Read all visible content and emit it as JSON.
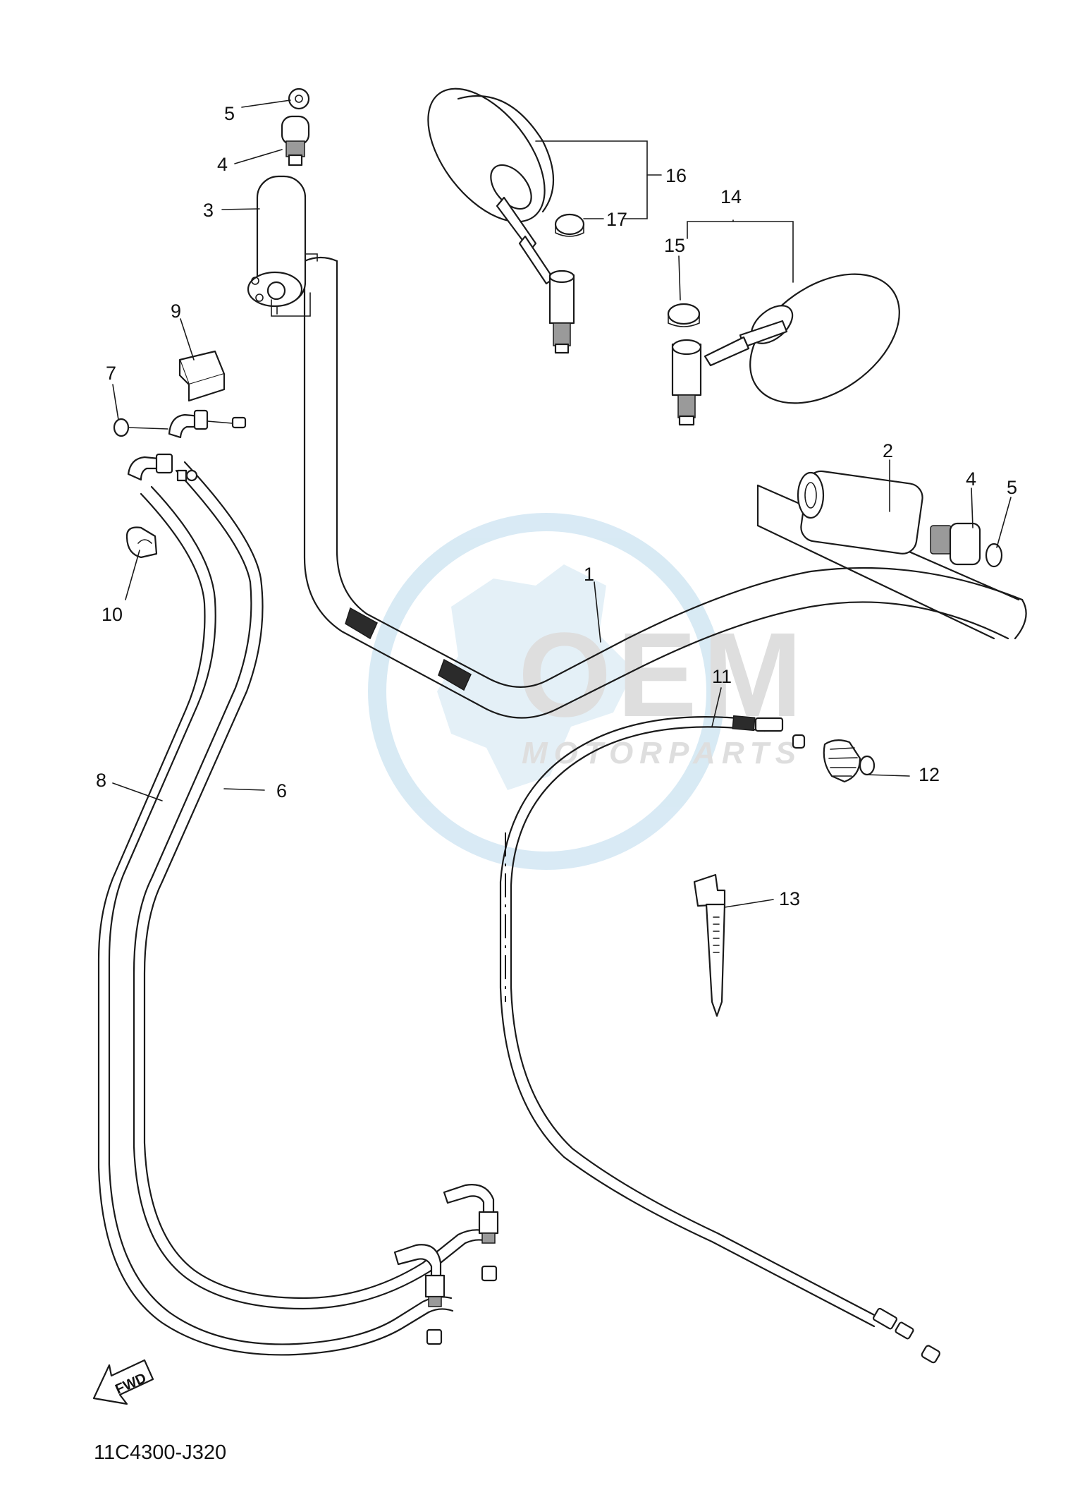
{
  "watermark": {
    "brand": "OEM",
    "sub": "MOTORPARTS",
    "color": "#b9d9ec",
    "gray": "#cfcfcf"
  },
  "callouts": {
    "c1": "1",
    "c2": "2",
    "c3": "3",
    "c4a": "4",
    "c4b": "4",
    "c5a": "5",
    "c5b": "5",
    "c6": "6",
    "c7": "7",
    "c8": "8",
    "c9": "9",
    "c10": "10",
    "c11": "11",
    "c12": "12",
    "c13": "13",
    "c14": "14",
    "c15": "15",
    "c16": "16",
    "c17": "17"
  },
  "fwd": {
    "label": "FWD"
  },
  "diagram_code": "11C4300-J320"
}
